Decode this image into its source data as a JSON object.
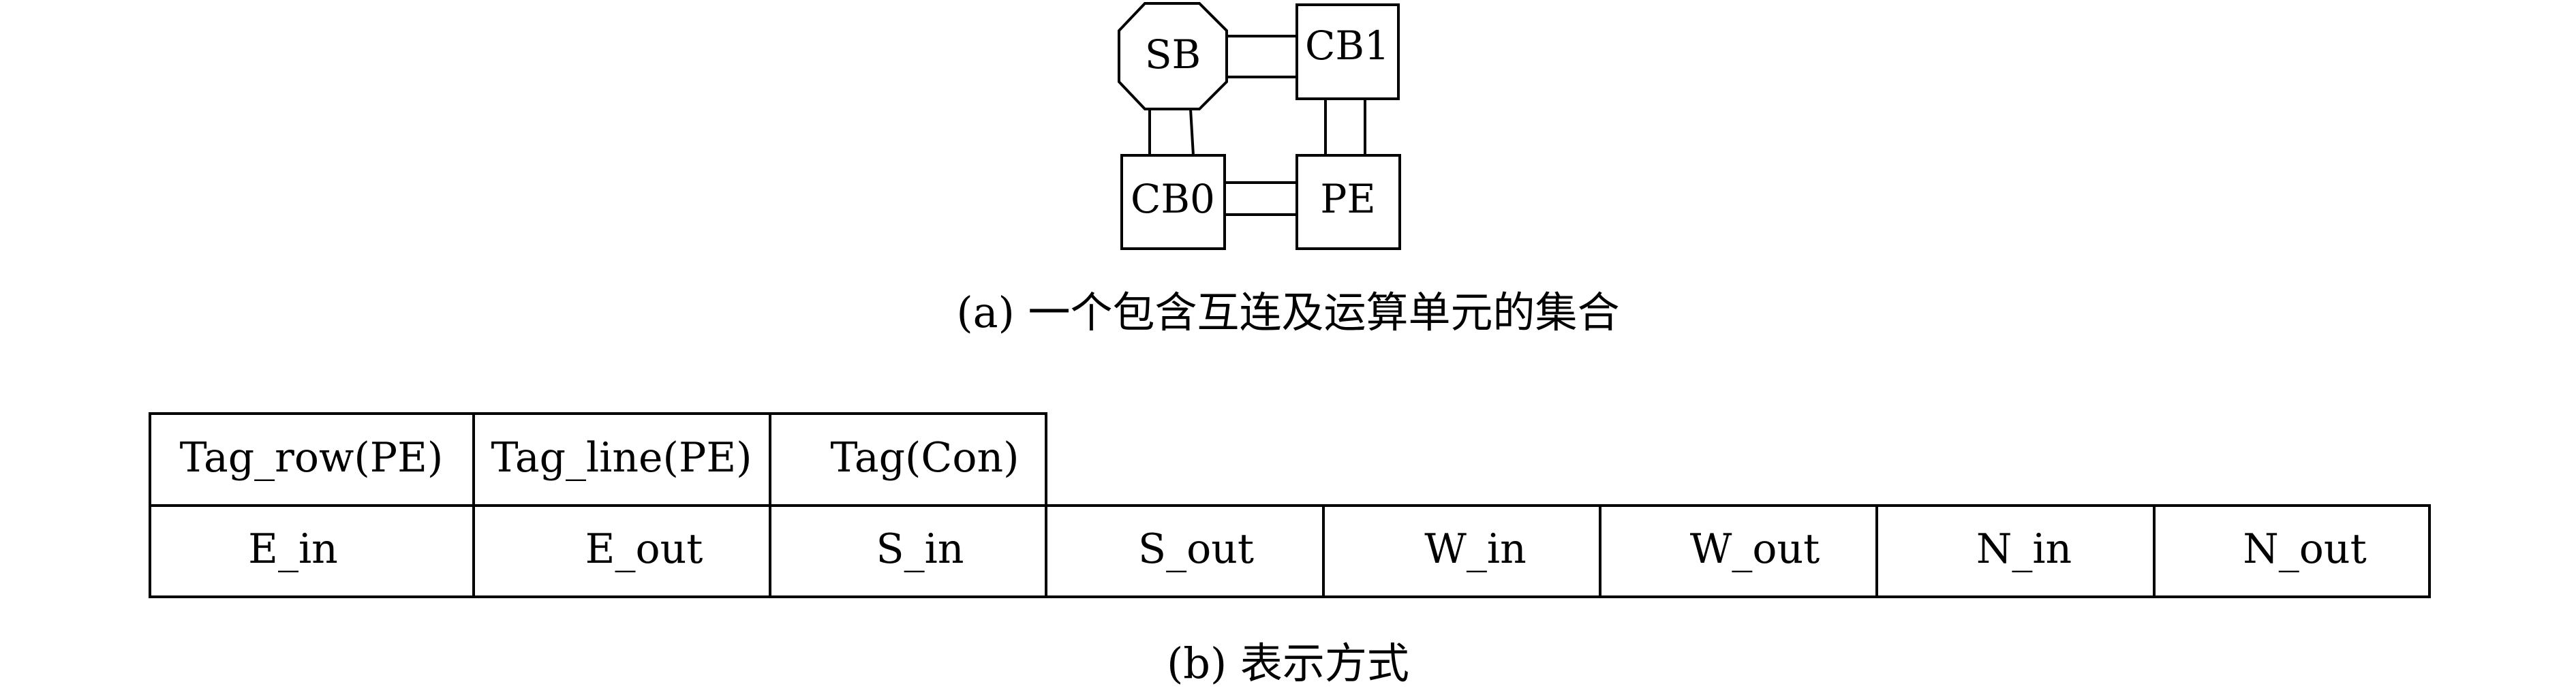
{
  "diagram": {
    "nodes": {
      "sb": "SB",
      "cb1": "CB1",
      "cb0": "CB0",
      "pe": "PE"
    },
    "caption_a": "(a) 一个包含互连及运算单元的集合"
  },
  "table": {
    "header": [
      "Tag_row(PE)",
      "Tag_line(PE)",
      "Tag(Con)"
    ],
    "cells": [
      "E_in",
      "E_out",
      "S_in",
      "S_out",
      "W_in",
      "W_out",
      "N_in",
      "N_out"
    ]
  },
  "caption_b": "(b) 表示方式"
}
